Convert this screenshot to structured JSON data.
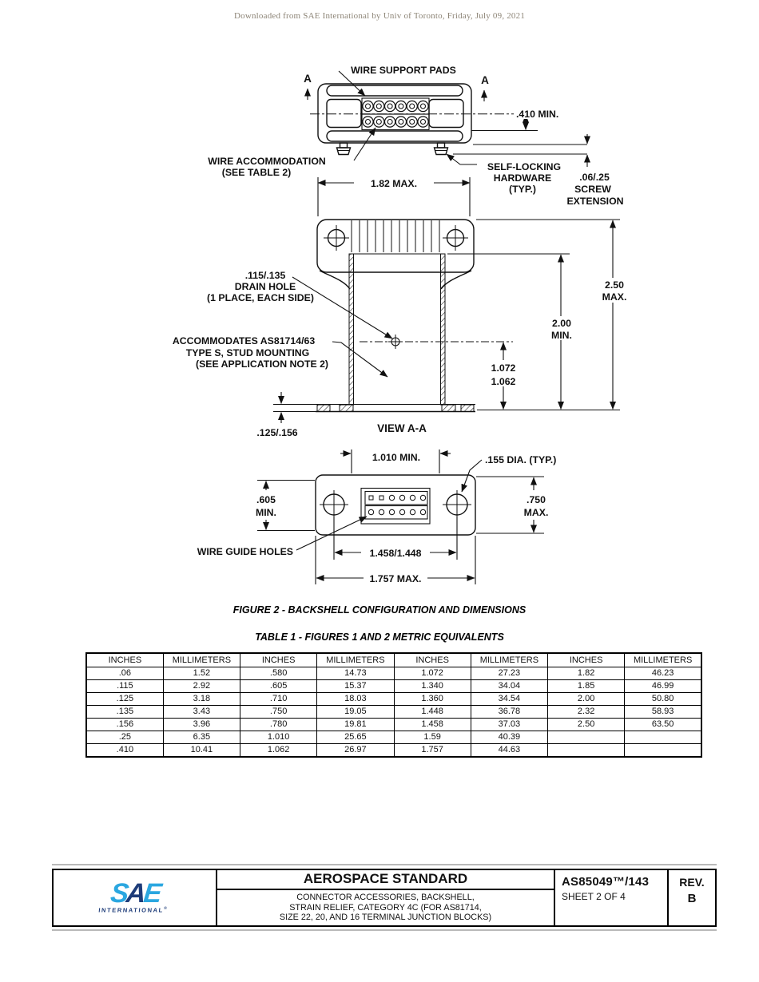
{
  "page": {
    "header_note": "Downloaded from SAE International by Univ of Toronto, Friday, July 09, 2021"
  },
  "figure": {
    "caption": "FIGURE 2 - BACKSHELL CONFIGURATION AND DIMENSIONS",
    "labels": {
      "wire_support_pads": "WIRE SUPPORT PADS",
      "section_a_left": "A",
      "section_a_right": "A",
      "dim_410": ".410 MIN.",
      "wire_acc_1": "WIRE ACCOMMODATION",
      "wire_acc_2": "(SEE TABLE 2)",
      "self_lock_1": "SELF-LOCKING",
      "self_lock_2": "HARDWARE",
      "self_lock_3": "(TYP.)",
      "screw_ext_1": ".06/.25",
      "screw_ext_2": "SCREW",
      "screw_ext_3": "EXTENSION",
      "dim_182": "1.82 MAX.",
      "drain_1": ".115/.135",
      "drain_2": "DRAIN HOLE",
      "drain_3": "(1 PLACE, EACH SIDE)",
      "accom_1": "ACCOMMODATES AS81714/63",
      "accom_2": "TYPE S, STUD MOUNTING",
      "accom_3": "(SEE APPLICATION NOTE 2)",
      "dim_250a": "2.50",
      "dim_250b": "MAX.",
      "dim_200a": "2.00",
      "dim_200b": "MIN.",
      "dim_1072a": "1.072",
      "dim_1072b": "1.062",
      "dim_125156": ".125/.156",
      "view_aa": "VIEW A-A",
      "dim_1010": "1.010 MIN.",
      "dim_155": ".155 DIA. (TYP.)",
      "dim_605a": ".605",
      "dim_605b": "MIN.",
      "dim_750a": ".750",
      "dim_750b": "MAX.",
      "wire_guide_holes": "WIRE GUIDE HOLES",
      "dim_1458": "1.458/1.448",
      "dim_1757": "1.757 MAX."
    }
  },
  "table": {
    "title": "TABLE 1 - FIGURES 1 AND 2 METRIC EQUIVALENTS",
    "headers": [
      "INCHES",
      "MILLIMETERS",
      "INCHES",
      "MILLIMETERS",
      "INCHES",
      "MILLIMETERS",
      "INCHES",
      "MILLIMETERS"
    ],
    "rows": [
      [
        ".06",
        "1.52",
        ".580",
        "14.73",
        "1.072",
        "27.23",
        "1.82",
        "46.23"
      ],
      [
        ".115",
        "2.92",
        ".605",
        "15.37",
        "1.340",
        "34.04",
        "1.85",
        "46.99"
      ],
      [
        ".125",
        "3.18",
        ".710",
        "18.03",
        "1.360",
        "34.54",
        "2.00",
        "50.80"
      ],
      [
        ".135",
        "3.43",
        ".750",
        "19.05",
        "1.448",
        "36.78",
        "2.32",
        "58.93"
      ],
      [
        ".156",
        "3.96",
        ".780",
        "19.81",
        "1.458",
        "37.03",
        "2.50",
        "63.50"
      ],
      [
        ".25",
        "6.35",
        "1.010",
        "25.65",
        "1.59",
        "40.39",
        "",
        ""
      ],
      [
        ".410",
        "10.41",
        "1.062",
        "26.97",
        "1.757",
        "44.63",
        "",
        ""
      ]
    ]
  },
  "footer": {
    "logo": {
      "letter_s": "S",
      "letter_a": "A",
      "letter_e": "E",
      "international": "INTERNATIONAL",
      "reg": "®",
      "colors": {
        "light_blue": "#2BA7E0",
        "dark_blue": "#1E3C79"
      }
    },
    "title": "AEROSPACE STANDARD",
    "subtitle_lines": [
      "CONNECTOR ACCESSORIES, BACKSHELL,",
      "STRAIN RELIEF, CATEGORY 4C (FOR AS81714,",
      "SIZE 22, 20, AND 16 TERMINAL JUNCTION BLOCKS)"
    ],
    "doc_number": "AS85049™/143",
    "sheet": "SHEET 2 OF 4",
    "rev_label": "REV.",
    "rev_value": "B"
  }
}
